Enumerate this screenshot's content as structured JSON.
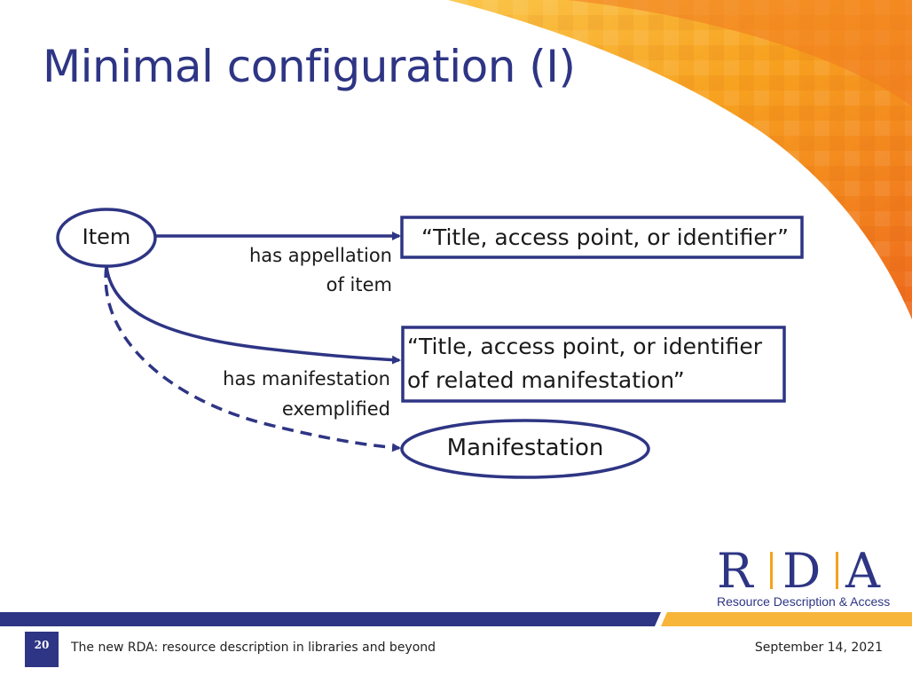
{
  "slide": {
    "title": "Minimal configuration (I)",
    "slide_number": "20",
    "footer_text": "The new RDA: resource description in libraries and beyond",
    "date": "September 14, 2021"
  },
  "diagram": {
    "nodes": {
      "item": "Item",
      "manifestation": "Manifestation"
    },
    "boxes": {
      "appellation_value": "“Title, access point, or identifier”",
      "related_line1": "“Title, access point, or identifier",
      "related_line2": "of related manifestation”"
    },
    "edges": {
      "appellation_line1": "has appellation",
      "appellation_line2": "of item",
      "manifestation_line1": "has manifestation",
      "manifestation_line2": "exemplified"
    }
  },
  "logo": {
    "letters": [
      "R",
      "D",
      "A"
    ],
    "tagline": "Resource Description & Access"
  },
  "colors": {
    "navy": "#2e3584",
    "orange": "#f08a1e",
    "yellow": "#f9b233"
  }
}
